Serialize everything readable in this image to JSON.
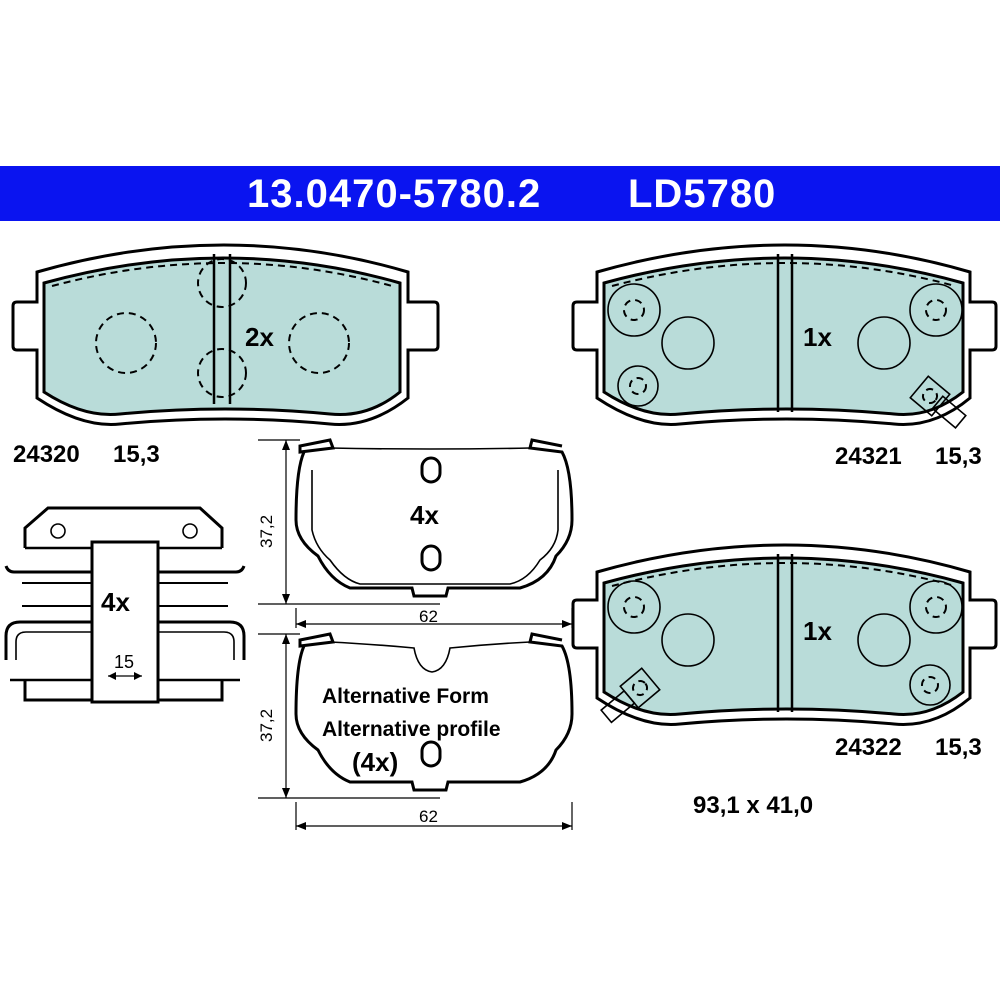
{
  "header": {
    "part_number": "13.0470-5780.2",
    "ref_code": "LD5780",
    "background_color": "#0a14f0",
    "text_color": "#ffffff"
  },
  "pads": [
    {
      "id": "24320",
      "thickness": "15,3",
      "quantity": "2x"
    },
    {
      "id": "24321",
      "thickness": "15,3",
      "quantity": "1x"
    },
    {
      "id": "24322",
      "thickness": "15,3",
      "quantity": "1x"
    }
  ],
  "pad_fill_color": "#b9dcd9",
  "pad_size": "93,1 x 41,0",
  "clip_kit": {
    "quantity": "4x",
    "width_dim": "15"
  },
  "spring_upper": {
    "quantity": "4x",
    "height_dim": "37,2",
    "width_dim": "62"
  },
  "spring_lower": {
    "note_line1": "Alternative Form",
    "note_line2": "Alternative profile",
    "quantity": "(4x)",
    "height_dim": "37,2",
    "width_dim": "62"
  }
}
